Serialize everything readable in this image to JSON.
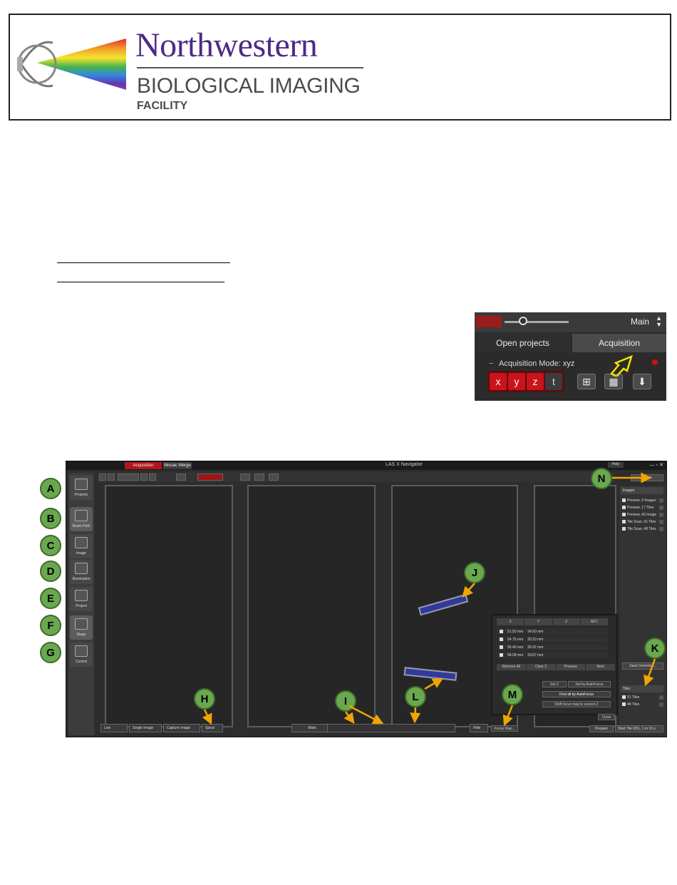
{
  "header": {
    "brand_name": "Northwestern",
    "subtitle": "BIOLOGICAL IMAGING",
    "subtitle_2": "FACILITY",
    "colors": {
      "brand_purple": "#4e2a84",
      "sub_gray": "#4b4b4b"
    }
  },
  "acquisition_panel": {
    "main_label": "Main",
    "tabs": [
      "Open projects",
      "Acquisition"
    ],
    "mode_label": "Acquisition Mode: xyz",
    "axes": [
      "x",
      "y",
      "z",
      "t"
    ],
    "active_axes": [
      "x",
      "y",
      "z"
    ],
    "icons": [
      "tile-scan-icon",
      "grid-icon",
      "download-icon"
    ],
    "highlight_arrow_color": "#f2e600"
  },
  "navigator": {
    "title": "LAS X Navigator",
    "tabs": [
      "Acquisition",
      "Mosaic Merge"
    ],
    "help_label": "Help",
    "sidebar": [
      {
        "label": "Projects",
        "icon": "projects-icon"
      },
      {
        "label": "Beam Path",
        "icon": "beam-path-icon"
      },
      {
        "label": "Image",
        "icon": "camera-icon"
      },
      {
        "label": "Illumination",
        "icon": "illumination-icon"
      },
      {
        "label": "Project",
        "icon": "project-icon"
      },
      {
        "label": "Stage",
        "icon": "stage-icon"
      },
      {
        "label": "Control",
        "icon": "control-icon"
      }
    ],
    "bottom_buttons": [
      "Live",
      "Single Image",
      "Capture Image",
      "Spiral",
      "Mark",
      "Hide"
    ],
    "close_label": "Close",
    "images_header": "Images",
    "image_items": [
      "Preview, 9 Images",
      "Preview, 17 Tiles",
      "Preview, 43 Image",
      "Tile Scan, 51 Tiles",
      "Tile Scan, 48 Tiles"
    ],
    "focus_map": {
      "columns": [
        "X",
        "Y",
        "Z",
        "AFC"
      ],
      "rows": [
        [
          "51.50 mm",
          "34.50 mm"
        ],
        [
          "54.75 mm",
          "30.10 mm"
        ],
        [
          "56.40 mm",
          "35.02 mm"
        ],
        [
          "58.08 mm",
          "33.87 mm"
        ]
      ],
      "row_buttons": [
        "Remove All",
        "Clear Z",
        "Preview",
        "Next"
      ],
      "set_z": "Set Z",
      "set_autofocus": "Set by AutoFocus",
      "find_all": "Find all by AutoFocus",
      "shift_focus": "Shift focus map to current Z",
      "close": "Close",
      "focus_map_button": "Focus Map..."
    },
    "save_overview": "Save Overview...",
    "tiles_header": "Tiles",
    "tile_items": [
      "51 Tiles",
      "48 Tiles"
    ],
    "prepare_label": "Prepare",
    "start_label": "Start",
    "start_info": "Tile 0/51, 1 m 10 s",
    "sample_colors": {
      "sample_blue": "#2f3a9c",
      "highlight_gray": "#9a9aa6"
    }
  },
  "callouts": [
    "A",
    "B",
    "C",
    "D",
    "E",
    "F",
    "G",
    "H",
    "I",
    "J",
    "K",
    "L",
    "M",
    "N"
  ],
  "callout_colors": {
    "fill": "#6aa84f",
    "arrow": "#f0a500"
  }
}
